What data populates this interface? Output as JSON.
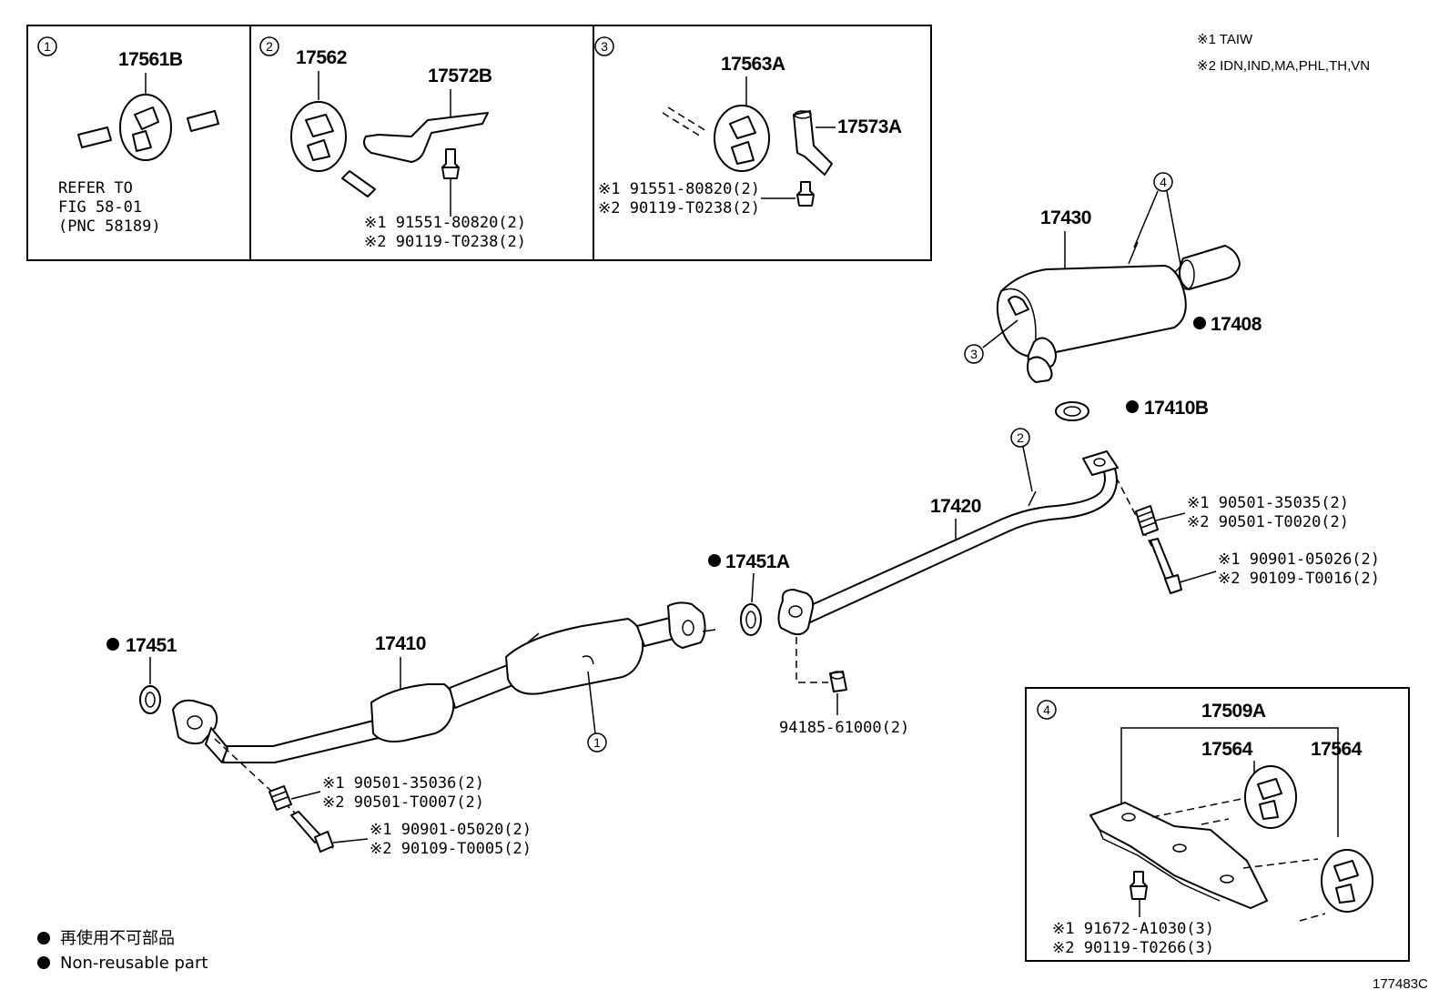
{
  "notes": {
    "n1": "※1 TAIW",
    "n2": "※2 IDN,IND,MA,PHL,TH,VN"
  },
  "insets": {
    "i1": {
      "num": "1",
      "part": "17561B",
      "refer": [
        "REFER TO",
        "FIG 58-01",
        "(PNC 58189)"
      ]
    },
    "i2": {
      "num": "2",
      "part_a": "17562",
      "part_b": "17572B",
      "bolts": [
        "※1 91551-80820(2)",
        "※2 90119-T0238(2)"
      ]
    },
    "i3": {
      "num": "3",
      "part_a": "17563A",
      "part_b": "17573A",
      "bolts": [
        "※1 91551-80820(2)",
        "※2 90119-T0238(2)"
      ]
    },
    "i4": {
      "num": "4",
      "part_main": "17509A",
      "part_a": "17564",
      "part_b": "17564",
      "bolts": [
        "※1 91672-A1030(3)",
        "※2 90119-T0266(3)"
      ]
    }
  },
  "parts": {
    "muffler": "17430",
    "tail_pipe": "17408",
    "gasket_tail": "17410B",
    "center_pipe": "17420",
    "gasket_mid": "17451A",
    "front_pipe": "17410",
    "gasket_front": "17451",
    "nut": "94185-61000(2)",
    "springs_rear": [
      "※1 90501-35035(2)",
      "※2 90501-T0020(2)"
    ],
    "bolts_rear": [
      "※1 90901-05026(2)",
      "※2 90109-T0016(2)"
    ],
    "springs_front": [
      "※1 90501-35036(2)",
      "※2 90501-T0007(2)"
    ],
    "bolts_front": [
      "※1 90901-05020(2)",
      "※2 90109-T0005(2)"
    ]
  },
  "callouts": {
    "c1": "1",
    "c2": "2",
    "c3": "3",
    "c4": "4"
  },
  "legend": {
    "jp": "再使用不可部品",
    "en": "Non-reusable part"
  },
  "figure_id": "177483C"
}
